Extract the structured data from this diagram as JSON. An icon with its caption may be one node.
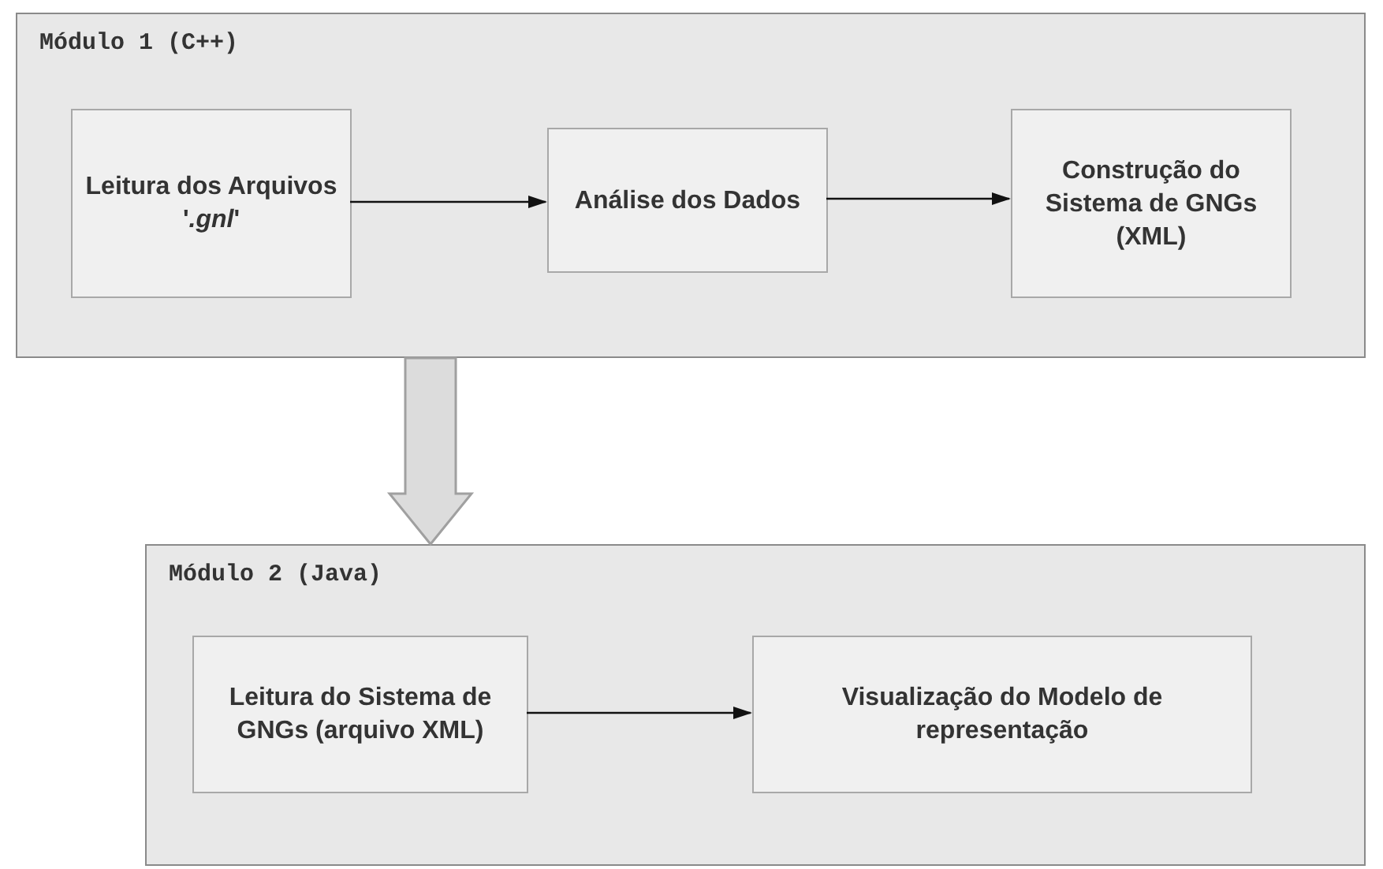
{
  "diagram": {
    "nodes": [
      {
        "text": [
          "Módulo 1 (C++)"
        ]
      },
      {
        "text": [
          "Leitura dos Arquivos '*.gnl*'"
        ],
        "in": 0
      },
      {
        "text": [
          "Análise dos Dados"
        ],
        "in": 0
      },
      {
        "text": [
          "Construção do Sistema de GNGs (XML)"
        ],
        "in": 0
      },
      {
        "text": [
          "Módulo 2 (Java)"
        ]
      },
      {
        "text": [
          "Leitura do Sistema de GNGs (arquivo XML)"
        ],
        "in": 4
      },
      {
        "text": [
          "Visualização do Modelo de representação"
        ],
        "in": 4
      }
    ],
    "edges": [
      {
        "from": 1,
        "to": 2,
        "arrow": "to"
      },
      {
        "from": 2,
        "to": 3,
        "arrow": "to"
      },
      {
        "from": 0,
        "to": 4,
        "arrow": "to",
        "style": "thick"
      },
      {
        "from": 5,
        "to": 6,
        "arrow": "to"
      }
    ]
  }
}
